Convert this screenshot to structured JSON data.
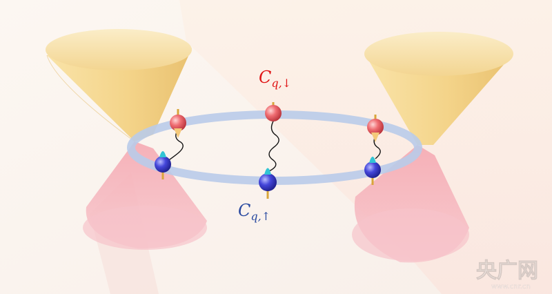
{
  "labels": {
    "spin_down": {
      "base": "C",
      "sub": "q,↓"
    },
    "spin_up": {
      "base": "C",
      "sub": "q,↑"
    }
  },
  "watermark": {
    "text": "央广网",
    "url": "www.cnr.cn"
  },
  "colors": {
    "background": "#fbf6f2",
    "upper_cone": "#f5d98c",
    "lower_cone": "#f3b7bf",
    "ring": "#bccde8",
    "spin_down_sphere": "#e45a60",
    "spin_up_sphere": "#3d3fcf",
    "spin_down_label": "#e01515",
    "spin_up_label": "#2a4aa0",
    "arrow": "#32c4d4"
  },
  "icons": {
    "spin_down_particle": "red-sphere-spin-down-icon",
    "spin_up_particle": "blue-sphere-spin-up-icon"
  }
}
